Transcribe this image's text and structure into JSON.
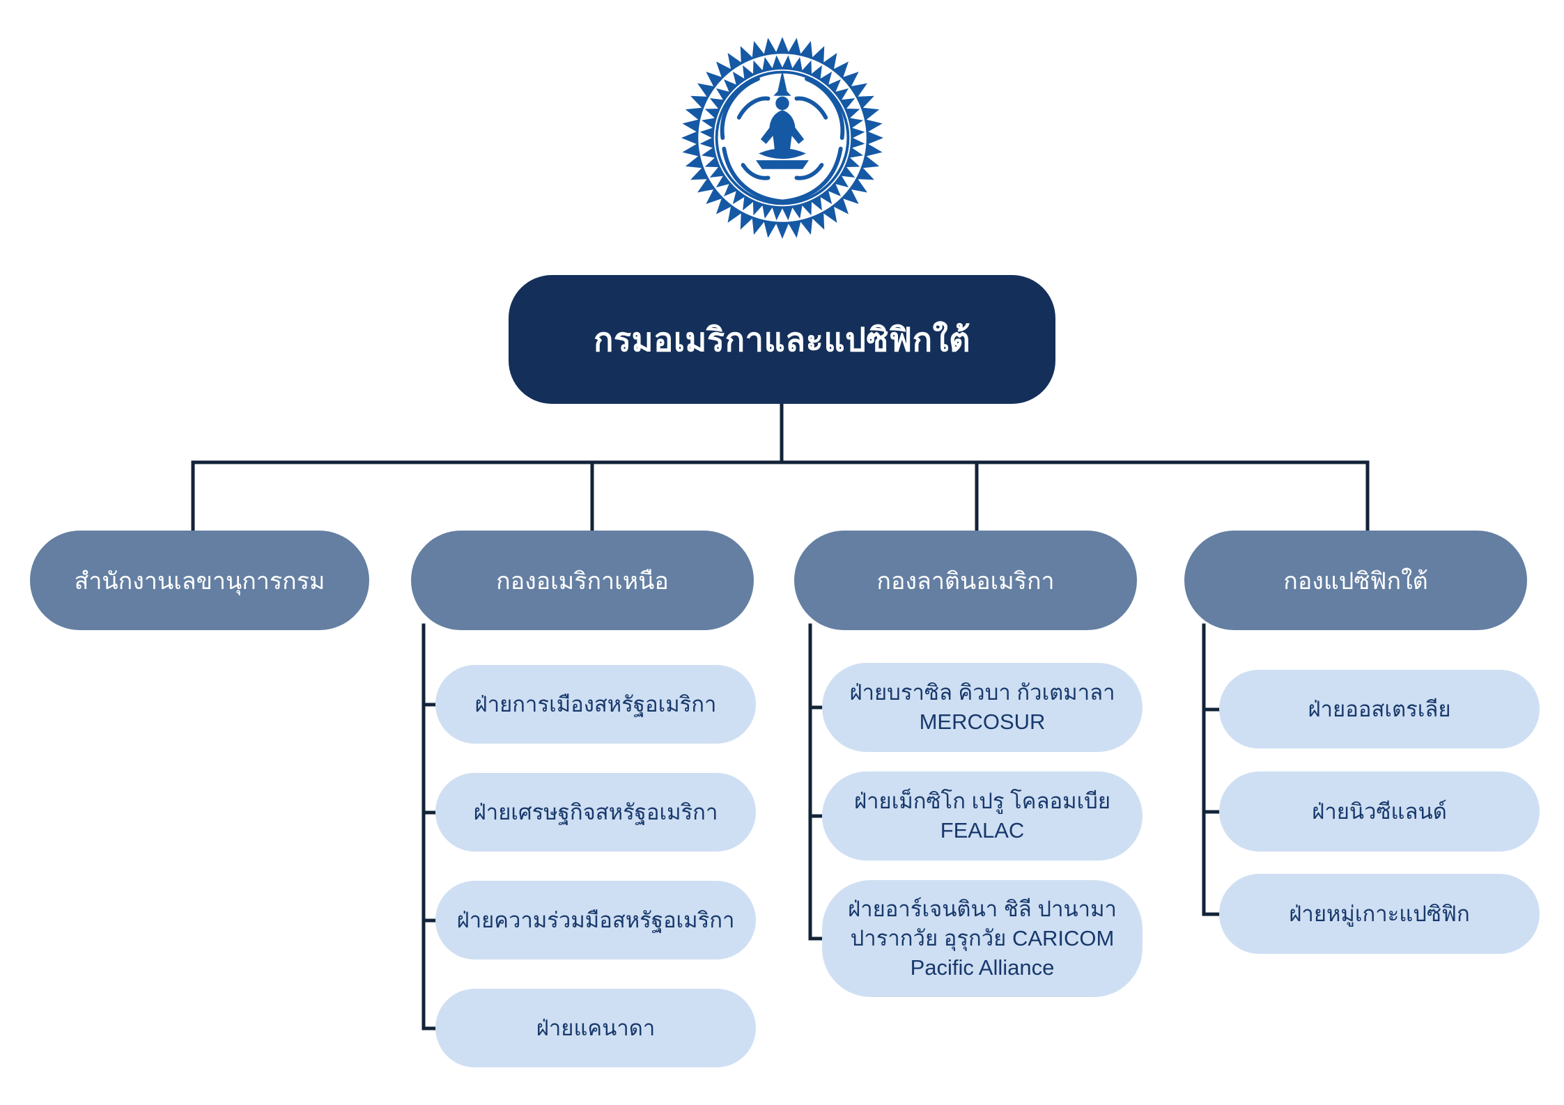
{
  "org_chart": {
    "root": {
      "label": "กรมอเมริกาและแปซิฟิกใต้"
    },
    "branches": [
      {
        "label": "สำนักงานเลขานุการกรม",
        "children": []
      },
      {
        "label": "กองอเมริกาเหนือ",
        "children": [
          {
            "label": "ฝ่ายการเมืองสหรัฐอเมริกา"
          },
          {
            "label": "ฝ่ายเศรษฐกิจสหรัฐอเมริกา"
          },
          {
            "label": "ฝ่ายความร่วมมือสหรัฐอเมริกา"
          },
          {
            "label": "ฝ่ายแคนาดา"
          }
        ]
      },
      {
        "label": "กองลาตินอเมริกา",
        "children": [
          {
            "label": "ฝ่ายบราซิล คิวบา กัวเตมาลา\nMERCOSUR"
          },
          {
            "label": "ฝ่ายเม็กซิโก เปรู โคลอมเบีย\nFEALAC"
          },
          {
            "label": "ฝ่ายอาร์เจนตินา ชิลี ปานามา\nปารากวัย อุรุกวัย CARICOM\nPacific Alliance"
          }
        ]
      },
      {
        "label": "กองแปซิฟิกใต้",
        "children": [
          {
            "label": "ฝ่ายออสเตรเลีย"
          },
          {
            "label": "ฝ่ายนิวซีแลนด์"
          },
          {
            "label": "ฝ่ายหมู่เกาะแปซิฟิก"
          }
        ]
      }
    ]
  },
  "emblem": {
    "name": "ministry-of-foreign-affairs-seal",
    "color": "#1559A5"
  },
  "colors": {
    "root_bg": "#14305A",
    "root_text": "#FFFFFF",
    "division_bg": "#647FA2",
    "division_text": "#FFFFFF",
    "unit_bg": "#CFDFF3",
    "unit_text": "#17386B",
    "connector": "#132338",
    "emblem": "#1559A5",
    "background": "#FFFFFF"
  }
}
